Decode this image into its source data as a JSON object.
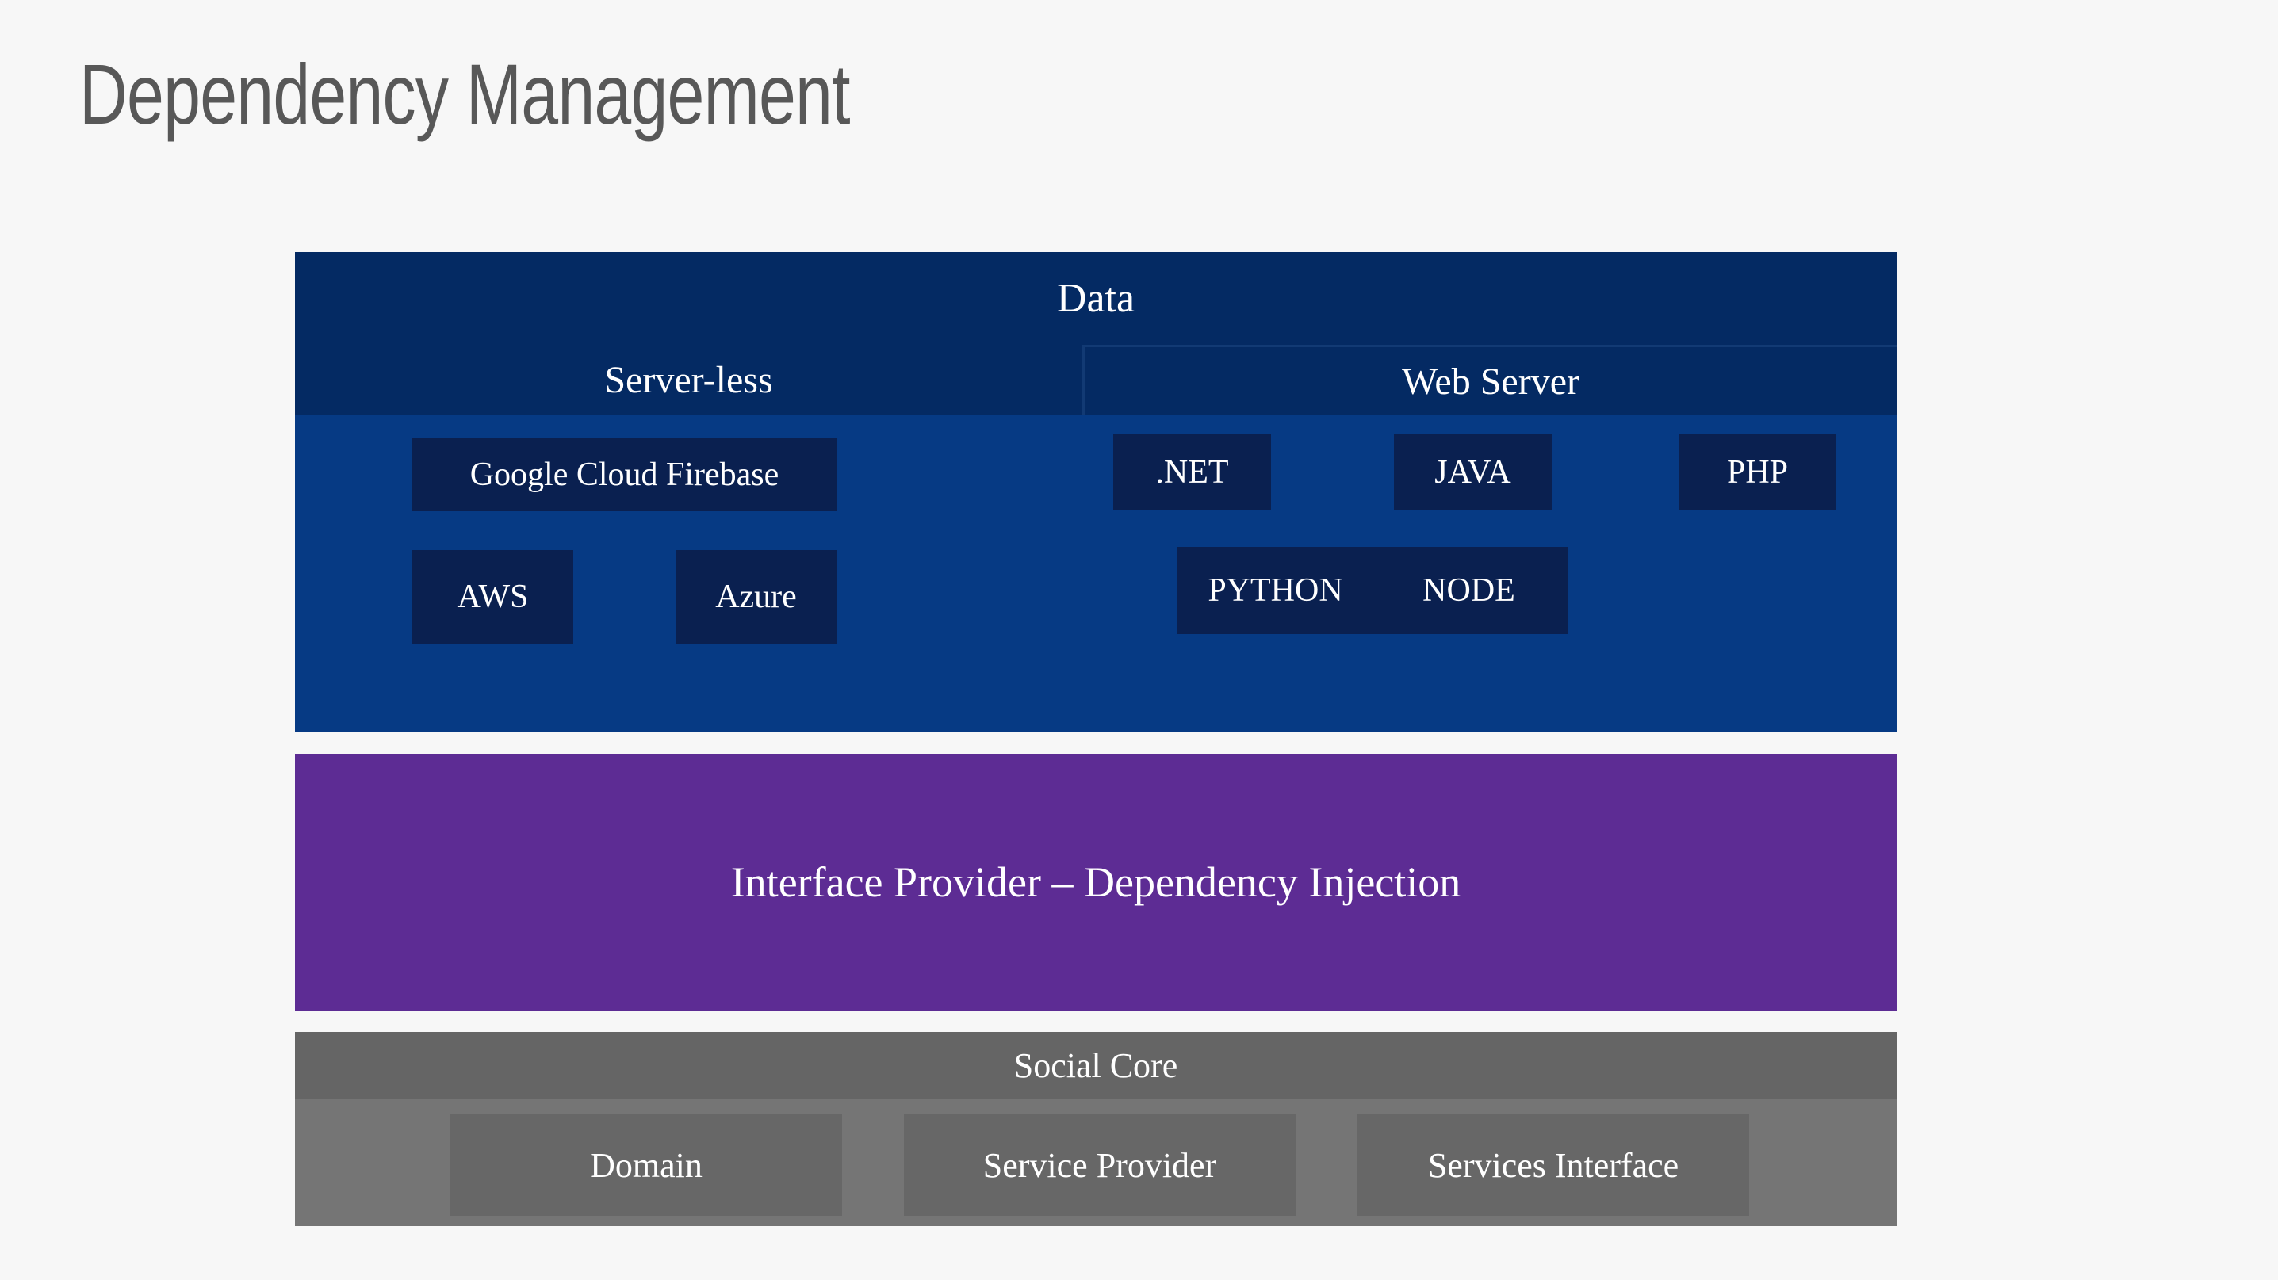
{
  "slide": {
    "title": "Dependency Management",
    "background_color": "#f7f7f7",
    "title_color": "#585858"
  },
  "diagram": {
    "layers": [
      {
        "id": "data",
        "title": "Data",
        "color": "#063a84",
        "header_color": "#042a63",
        "chip_color": "#0a2050",
        "columns": [
          {
            "id": "server-less",
            "title": "Server-less",
            "items": [
              "Google Cloud Firebase",
              "AWS",
              "Azure"
            ]
          },
          {
            "id": "web-server",
            "title": "Web Server",
            "items": [
              ".NET",
              "JAVA",
              "PHP",
              "PYTHON",
              "NODE"
            ]
          }
        ]
      },
      {
        "id": "interface-provider",
        "title": "Interface Provider – Dependency Injection",
        "color": "#5d2c94"
      },
      {
        "id": "social-core",
        "title": "Social Core",
        "color": "#757575",
        "header_color": "#656565",
        "chip_color": "#676767",
        "items": [
          "Domain",
          "Service Provider",
          "Services Interface"
        ]
      }
    ]
  },
  "labels": {
    "data": "Data",
    "server_less": "Server-less",
    "web_server": "Web Server",
    "firebase": "Google Cloud Firebase",
    "aws": "AWS",
    "azure": "Azure",
    "dotnet": ".NET",
    "java": "JAVA",
    "php": "PHP",
    "python": "PYTHON",
    "node": "NODE",
    "interface_provider": "Interface Provider – Dependency Injection",
    "social_core": "Social Core",
    "domain": "Domain",
    "service_provider": "Service Provider",
    "services_interface": "Services Interface"
  }
}
